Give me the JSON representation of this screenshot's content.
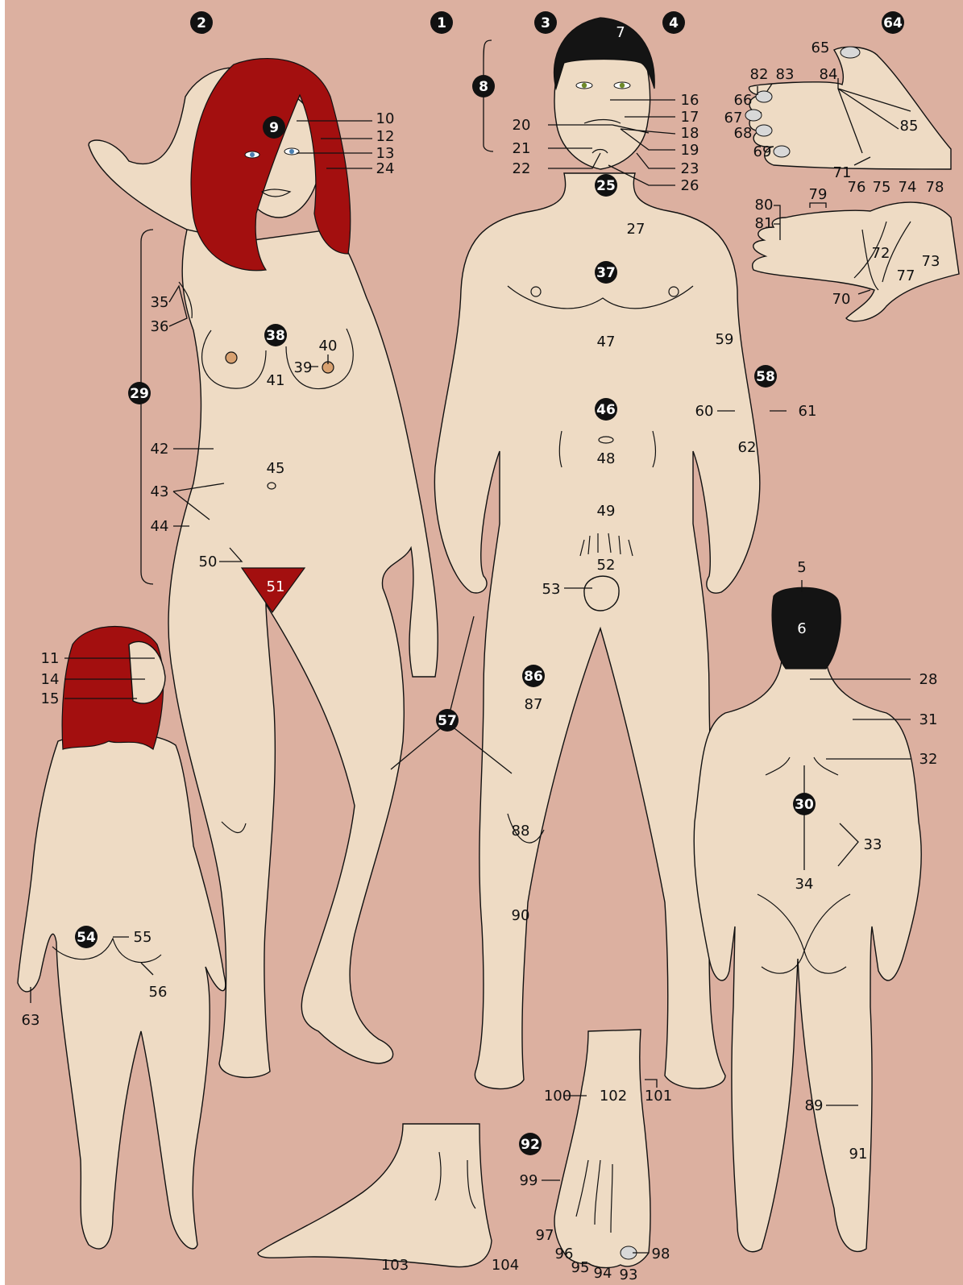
{
  "figures": {
    "female_front": "female-front-figure",
    "male_front": "male-front-figure",
    "male_back": "male-back-figure",
    "female_back": "female-back-figure",
    "hand_back": "hand-back",
    "hand_palm": "hand-palm",
    "foot_side": "foot-side",
    "foot_top": "foot-top"
  },
  "colors": {
    "background": "#dcb0a0",
    "skin": "#eedbc4",
    "hair_red": "#a30f0f",
    "hair_black": "#141414",
    "badge": "#111111",
    "outline": "#111111"
  },
  "badges": [
    {
      "key": "b1",
      "text": "1"
    },
    {
      "key": "b2",
      "text": "2"
    },
    {
      "key": "b3",
      "text": "3"
    },
    {
      "key": "b4",
      "text": "4"
    },
    {
      "key": "b8",
      "text": "8"
    },
    {
      "key": "b9",
      "text": "9"
    },
    {
      "key": "b25",
      "text": "25"
    },
    {
      "key": "b29",
      "text": "29"
    },
    {
      "key": "b30",
      "text": "30"
    },
    {
      "key": "b37",
      "text": "37"
    },
    {
      "key": "b38",
      "text": "38"
    },
    {
      "key": "b46",
      "text": "46"
    },
    {
      "key": "b54",
      "text": "54"
    },
    {
      "key": "b57",
      "text": "57"
    },
    {
      "key": "b58",
      "text": "58"
    },
    {
      "key": "b64",
      "text": "64"
    },
    {
      "key": "b86",
      "text": "86"
    },
    {
      "key": "b92",
      "text": "92"
    }
  ],
  "labels": {
    "l5": "5",
    "l6": "6",
    "l7": "7",
    "l10": "10",
    "l11": "11",
    "l12": "12",
    "l13": "13",
    "l14": "14",
    "l15": "15",
    "l16": "16",
    "l17": "17",
    "l18": "18",
    "l19": "19",
    "l20": "20",
    "l21": "21",
    "l22": "22",
    "l23": "23",
    "l24": "24",
    "l26": "26",
    "l27": "27",
    "l28": "28",
    "l31": "31",
    "l32": "32",
    "l33": "33",
    "l34": "34",
    "l35": "35",
    "l36": "36",
    "l39": "39",
    "l40": "40",
    "l41": "41",
    "l42": "42",
    "l43": "43",
    "l44": "44",
    "l45": "45",
    "l47": "47",
    "l48": "48",
    "l49": "49",
    "l50": "50",
    "l51": "51",
    "l52": "52",
    "l53": "53",
    "l55": "55",
    "l56": "56",
    "l59": "59",
    "l60": "60",
    "l61": "61",
    "l62": "62",
    "l63": "63",
    "l65": "65",
    "l66": "66",
    "l67": "67",
    "l68": "68",
    "l69": "69",
    "l70": "70",
    "l71": "71",
    "l72": "72",
    "l73": "73",
    "l74": "74",
    "l75": "75",
    "l76": "76",
    "l77": "77",
    "l78": "78",
    "l79": "79",
    "l80": "80",
    "l81": "81",
    "l82": "82",
    "l83": "83",
    "l84": "84",
    "l85": "85",
    "l87": "87",
    "l88": "88",
    "l89": "89",
    "l90": "90",
    "l91": "91",
    "l93": "93",
    "l94": "94",
    "l95": "95",
    "l96": "96",
    "l97": "97",
    "l98": "98",
    "l99": "99",
    "l100": "100",
    "l101": "101",
    "l102": "102",
    "l103": "103",
    "l104": "104"
  }
}
